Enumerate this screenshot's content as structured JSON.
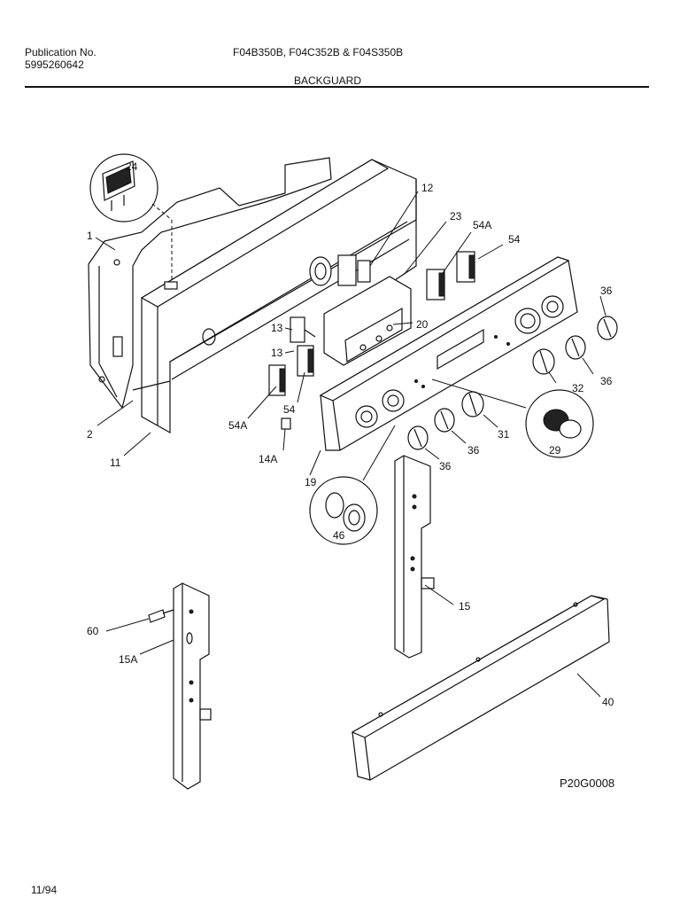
{
  "header": {
    "publication_label": "Publication No.",
    "publication_number": "5995260642",
    "models": "F04B350B, F04C352B & F04S350B",
    "section_title": "BACKGUARD"
  },
  "parts": {
    "p24": "24",
    "p1": "1",
    "p12": "12",
    "p23": "23",
    "p54a_top": "54A",
    "p54_top": "54",
    "p36_a": "36",
    "p20": "20",
    "p13": "13",
    "p54a_left": "54A",
    "p54_left": "54",
    "p2": "2",
    "p11": "11",
    "p14a": "14A",
    "p32": "32",
    "p36_b": "36",
    "p31": "31",
    "p36_c": "36",
    "p36_d": "36",
    "p29": "29",
    "p19": "19",
    "p46": "46",
    "p15": "15",
    "p60": "60",
    "p15a": "15A",
    "p40": "40"
  },
  "footer": {
    "figure_code": "P20G0008",
    "date": "11/94"
  }
}
